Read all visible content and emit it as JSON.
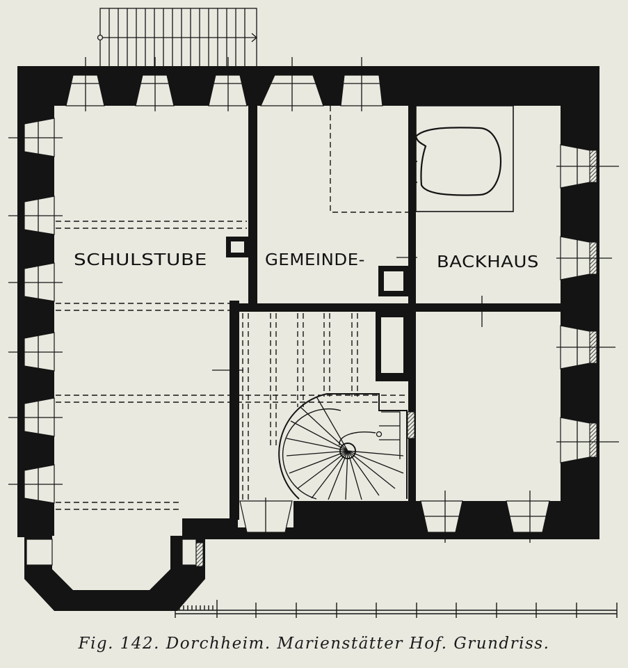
{
  "rooms": {
    "schulstube": "SCHULSTUBE",
    "gemeinde": "GEMEINDE-",
    "backhaus": "BACKHAUS"
  },
  "caption": "Fig. 142.  Dorchheim.  Marienstätter Hof.  Grundriss.",
  "colors": {
    "paper": "#e9e9e0",
    "ink": "#141414"
  }
}
